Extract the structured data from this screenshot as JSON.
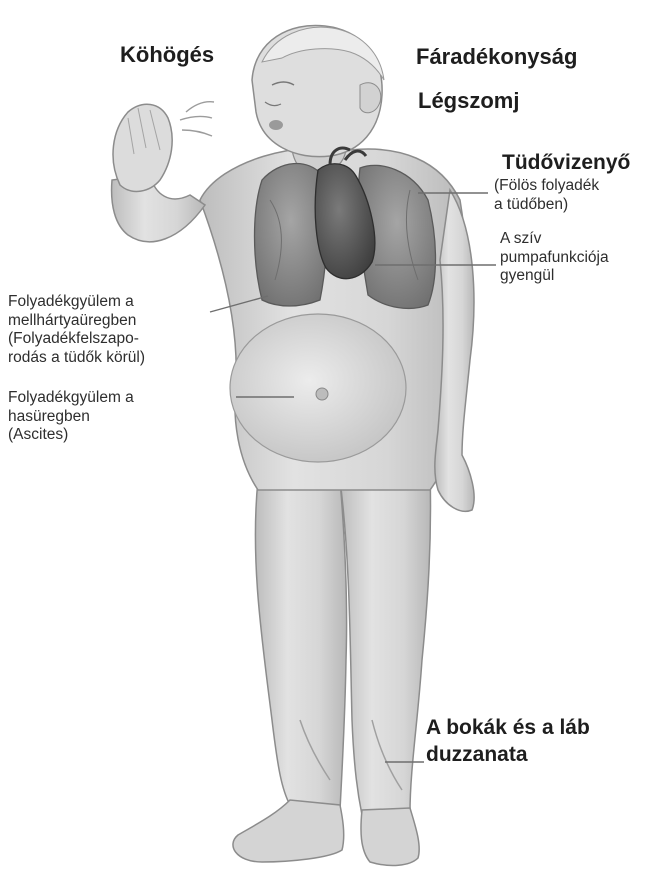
{
  "labels": {
    "cough": "Köhögés",
    "fatigue": "Fáradékonyság",
    "dyspnea": "Légszomj",
    "pulmonary_edema_title": "Tüdővizenyő",
    "pulmonary_edema_desc": "(Fölös folyadék\na tüdőben)",
    "weak_heart": "A szív\npumpafunkciója\ngyengül",
    "pleural_effusion": "Folyadékgyülem a\nmellhártyaüregben\n(Folyadékfelszapo-\nrodás a tüdők körül)",
    "ascites": "Folyadékgyülem a\nhasüregben\n(Ascites)",
    "ankle_swelling": "A bokák és a láb\nduzzanata"
  },
  "colors": {
    "skin": "#d8d8d8",
    "skin_dark": "#b4b4b4",
    "lung": "#8a8a8a",
    "heart": "#555555",
    "leader_line": "#6e6e6e"
  }
}
